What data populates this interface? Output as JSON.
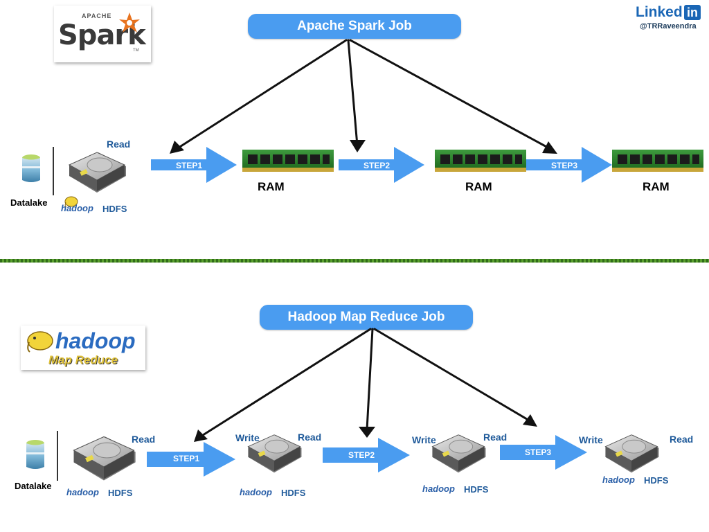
{
  "spark": {
    "logo_small": "APACHE",
    "logo_main": "Spark",
    "logo_tm": "TM",
    "job_title": "Apache Spark Job",
    "read_label": "Read",
    "datalake_label": "Datalake",
    "hdfs_logo_text": "hadoop",
    "hdfs_label": "HDFS",
    "steps": [
      "STEP1",
      "STEP2",
      "STEP3"
    ],
    "ram_label": "RAM"
  },
  "linkedin": {
    "brand_text": "Linked",
    "brand_in": "in",
    "handle": "@TRRaveendra"
  },
  "hadoop": {
    "logo_main": "hadoop",
    "logo_sub": "Map Reduce",
    "job_title": "Hadoop Map Reduce Job",
    "datalake_label": "Datalake",
    "read_label": "Read",
    "write_label": "Write",
    "hdfs_logo_text": "hadoop",
    "hdfs_label": "HDFS",
    "steps": [
      "STEP1",
      "STEP2",
      "STEP3"
    ]
  },
  "colors": {
    "pill": "#4a9cf0",
    "arrow": "#4a9cf0",
    "divider": "#3a7d1f",
    "label_blue": "#1f5a9a"
  }
}
